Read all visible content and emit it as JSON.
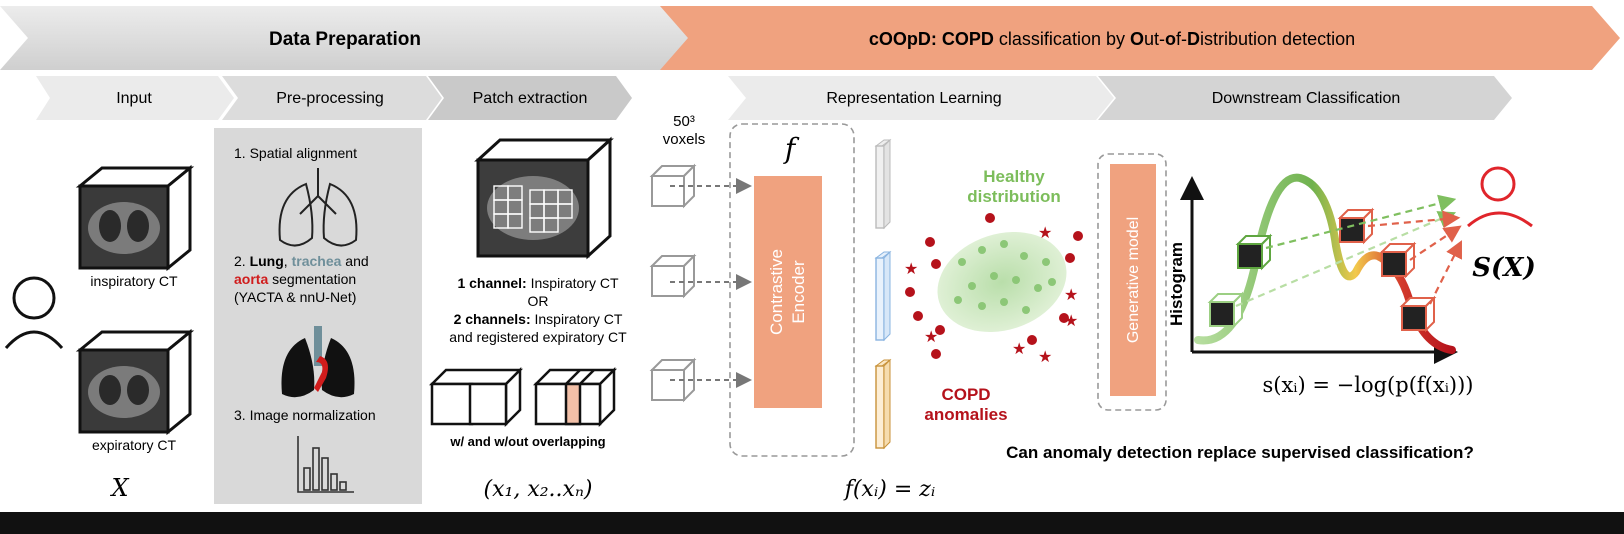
{
  "banners": {
    "data_prep": "Data Preparation",
    "coopd_part1": "cOOpD: ",
    "coopd_part2": "COPD",
    "coopd_part3": " classification by ",
    "coopd_o": "O",
    "coopd_ut": "ut-",
    "coopd_of": "o",
    "coopd_f": "f-",
    "coopd_d": "D",
    "coopd_istr": "istribution detection"
  },
  "steps": {
    "input": "Input",
    "preprocessing": "Pre-processing",
    "patch": "Patch extraction",
    "representation": "Representation Learning",
    "downstream": "Downstream Classification"
  },
  "input": {
    "insp": "inspiratory CT",
    "exp": "expiratory CT",
    "X": "X"
  },
  "preproc": {
    "s1": "1. Spatial alignment",
    "s2_prefix": "2. ",
    "s2_lung": "Lung",
    "s2_comma": ", ",
    "s2_trachea": "trachea",
    "s2_and": " and",
    "s2_aorta": "aorta",
    "s2_seg": " segmentation",
    "s2_tools": "(YACTA & nnU-Net)",
    "s3": "3. Image normalization"
  },
  "patch": {
    "ch1_bold": "1 channel:",
    "ch1_rest": " Inspiratory CT",
    "or": "OR",
    "ch2_bold": "2 channels:",
    "ch2_rest": " Inspiratory CT",
    "ch2_line2": "and registered expiratory CT",
    "overlap": "w/ and w/out overlapping",
    "set": "(x₁, x₂..xₙ)",
    "voxels_top": "50³",
    "voxels_bottom": "voxels"
  },
  "repr": {
    "f": "f",
    "encoder_l1": "Contrastive",
    "encoder_l2": "Encoder",
    "formula": "f(xᵢ) = zᵢ",
    "healthy_l1": "Healthy",
    "healthy_l2": "distribution",
    "copd_l1": "COPD",
    "copd_l2": "anomalies",
    "generative": "Generative model"
  },
  "down": {
    "histogram": "Histogram",
    "score": "s(xᵢ) =  −log(p(f(xᵢ)))",
    "SX": "S(X)",
    "question": "Can anomaly detection replace supervised classification?"
  },
  "colors": {
    "orange": "#f0a27f",
    "grey": "#d4d4d4",
    "green": "#7cbd5b",
    "red": "#b5121b",
    "trachea": "#6f8f9a"
  }
}
